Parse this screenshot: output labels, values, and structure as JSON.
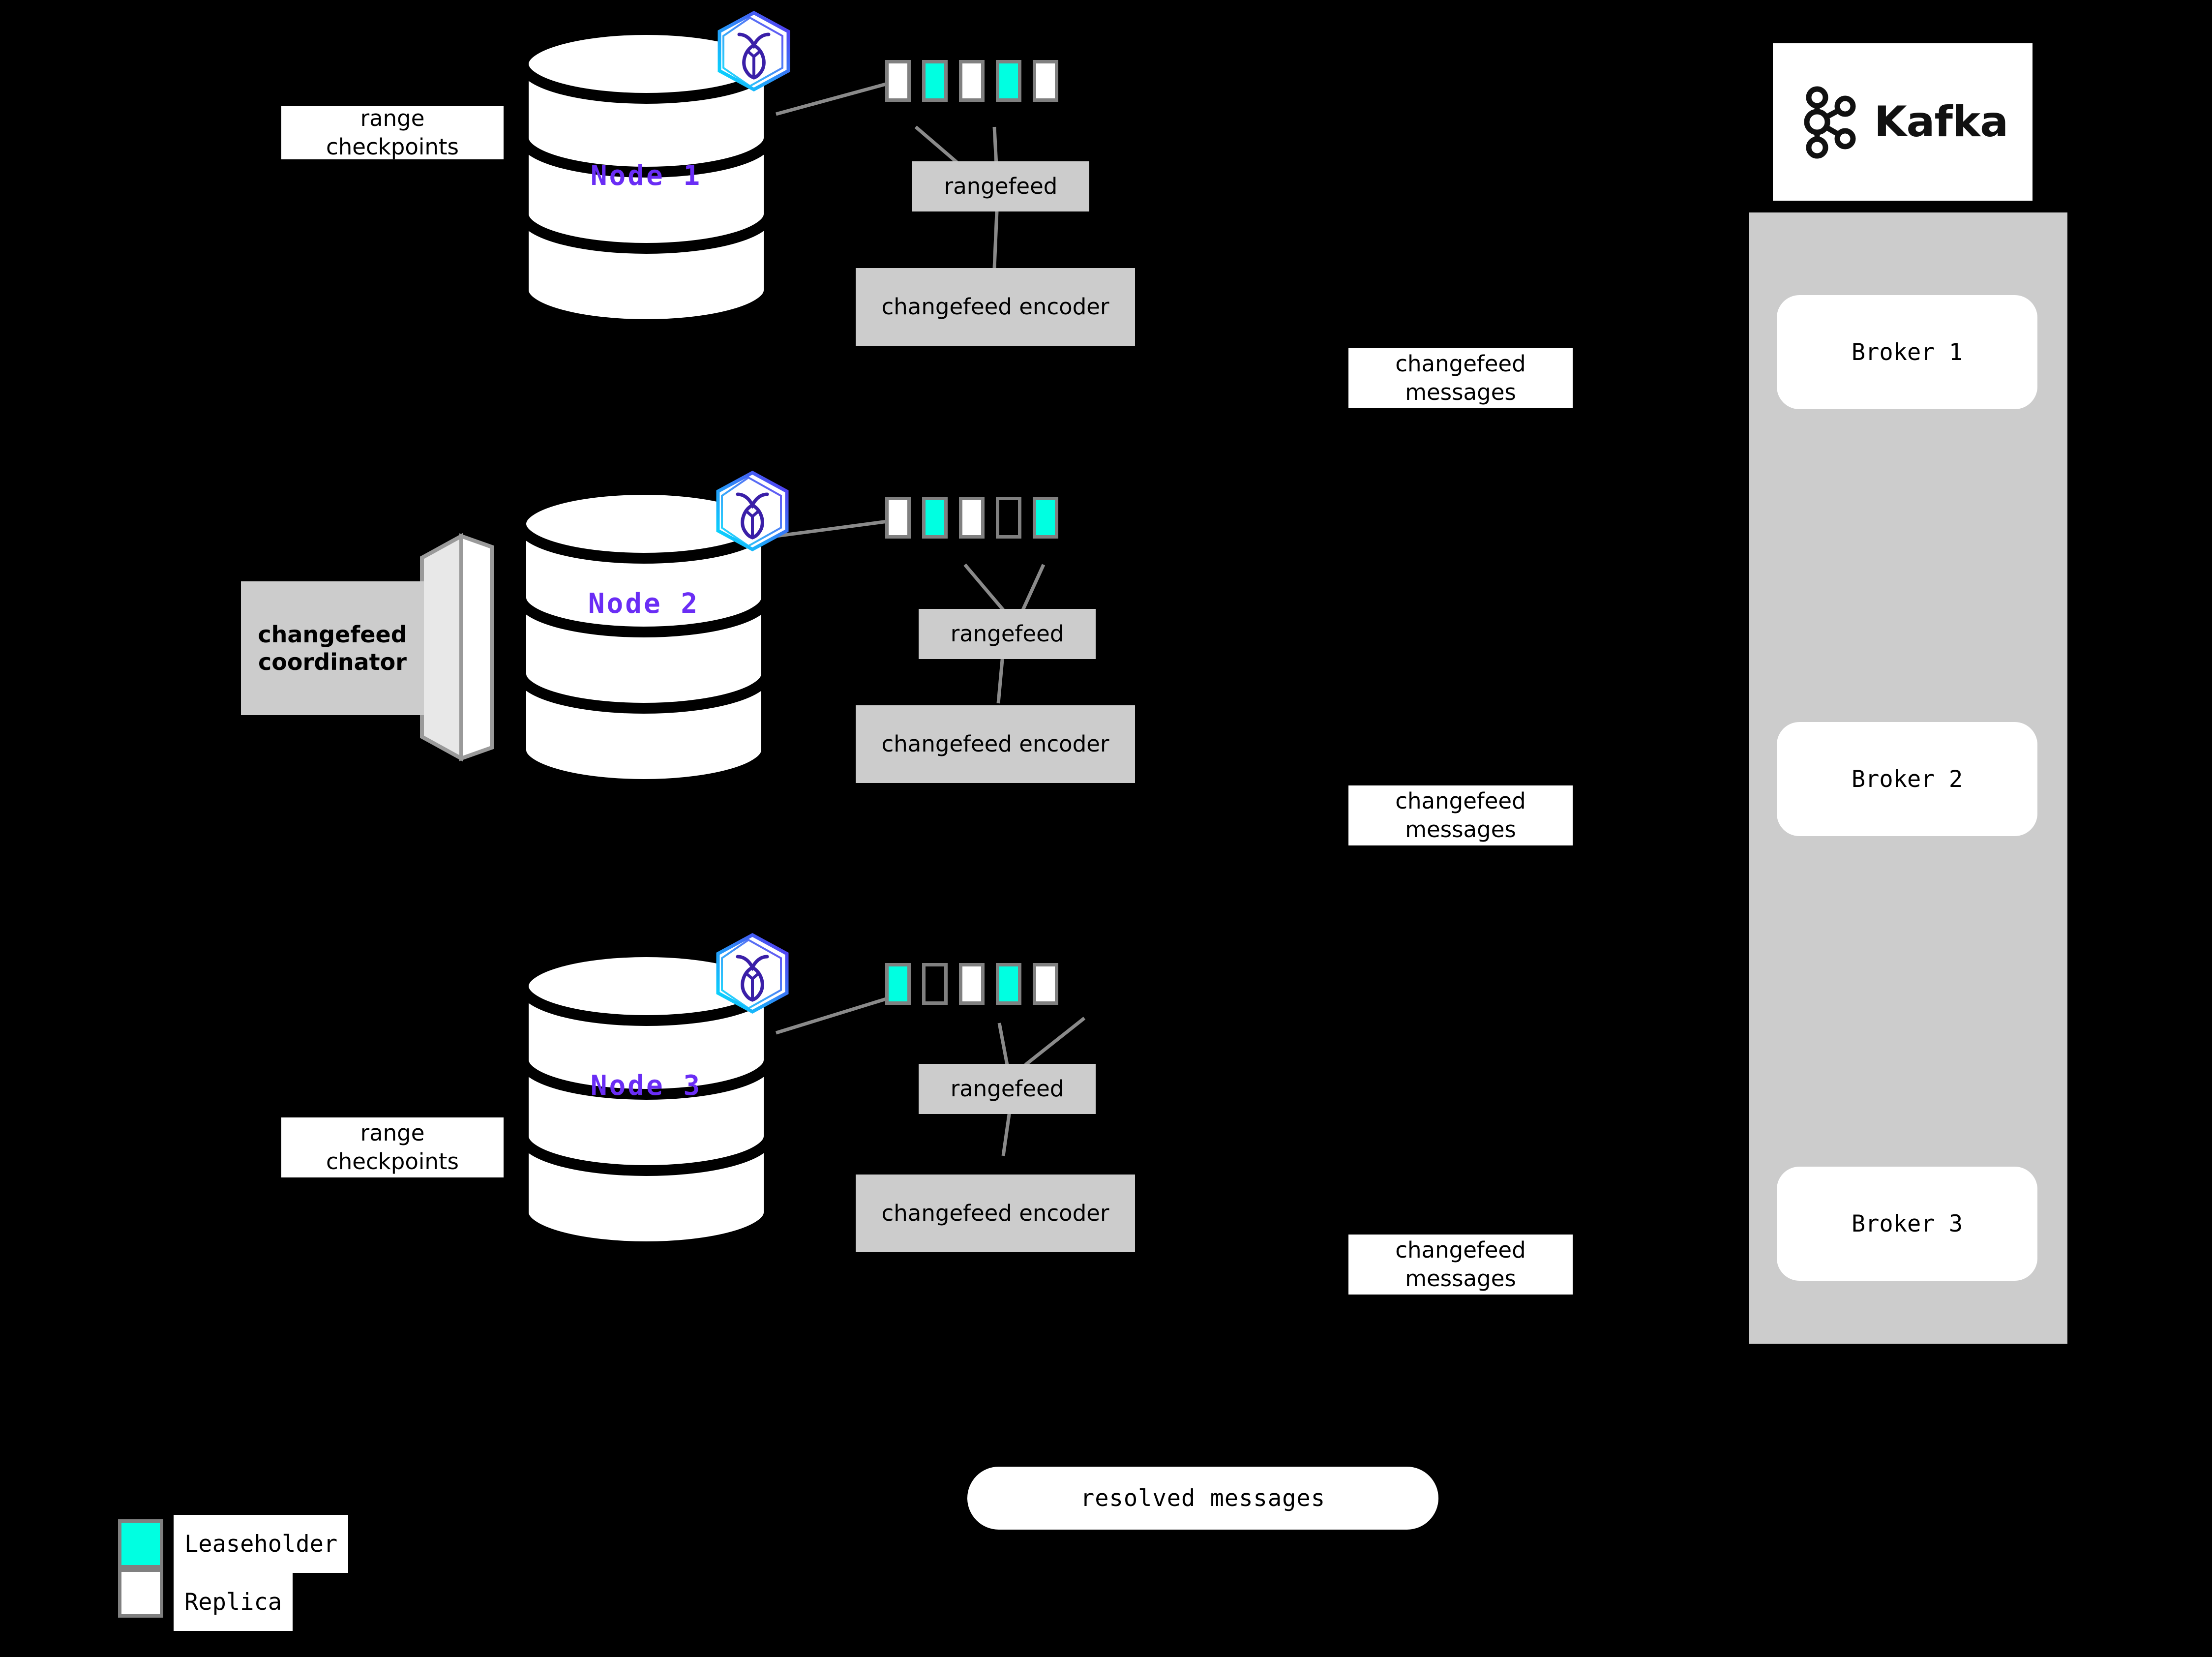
{
  "diagram": {
    "title": "CockroachDB changefeed to Kafka architecture",
    "background_color": "#000000",
    "accent_leaseholder_color": "#00FFE1",
    "accent_replica_color": "#FFFFFF",
    "node_label_color": "#6A2DF5",
    "process_box_color": "#CCCCCC",
    "range_border_color": "#808080"
  },
  "nodes": [
    {
      "id": "node-1",
      "label": "Node 1",
      "badge_icon": "cockroachdb-hexagon-icon",
      "ranges": [
        {
          "kind": "replica"
        },
        {
          "kind": "leaseholder"
        },
        {
          "kind": "replica"
        },
        {
          "kind": "leaseholder"
        },
        {
          "kind": "replica"
        }
      ],
      "rangefeed_label": "rangefeed",
      "encoder_label_line1": "changefeed",
      "encoder_label_line2": "encoder",
      "side_label_line1": "range",
      "side_label_line2": "checkpoints"
    },
    {
      "id": "node-2",
      "label": "Node 2",
      "badge_icon": "cockroachdb-hexagon-icon",
      "ranges": [
        {
          "kind": "replica"
        },
        {
          "kind": "leaseholder"
        },
        {
          "kind": "replica"
        },
        {
          "kind": "empty"
        },
        {
          "kind": "leaseholder"
        }
      ],
      "rangefeed_label": "rangefeed",
      "encoder_label_line1": "changefeed",
      "encoder_label_line2": "encoder",
      "coordinator_label_line1": "changefeed",
      "coordinator_label_line2": "coordinator"
    },
    {
      "id": "node-3",
      "label": "Node 3",
      "badge_icon": "cockroachdb-hexagon-icon",
      "ranges": [
        {
          "kind": "leaseholder"
        },
        {
          "kind": "empty"
        },
        {
          "kind": "replica"
        },
        {
          "kind": "leaseholder"
        },
        {
          "kind": "replica"
        }
      ],
      "rangefeed_label": "rangefeed",
      "encoder_label_line1": "changefeed",
      "encoder_label_line2": "encoder",
      "side_label_line1": "range",
      "side_label_line2": "checkpoints"
    }
  ],
  "edge_labels": [
    {
      "id": "cf-msgs-1",
      "line1": "changefeed",
      "line2": "messages"
    },
    {
      "id": "cf-msgs-2",
      "line1": "changefeed",
      "line2": "messages"
    },
    {
      "id": "cf-msgs-3",
      "line1": "changefeed",
      "line2": "messages"
    }
  ],
  "resolved_messages": {
    "label": "resolved messages"
  },
  "kafka": {
    "logo_word": "Kafka",
    "logo_icon": "kafka-node-graph-icon",
    "brokers": [
      {
        "label": "Broker 1"
      },
      {
        "label": "Broker 2"
      },
      {
        "label": "Broker 3"
      }
    ]
  },
  "legend": {
    "items": [
      {
        "swatch": "leaseholder",
        "label": "Leaseholder"
      },
      {
        "swatch": "replica",
        "label": "Replica"
      }
    ]
  }
}
